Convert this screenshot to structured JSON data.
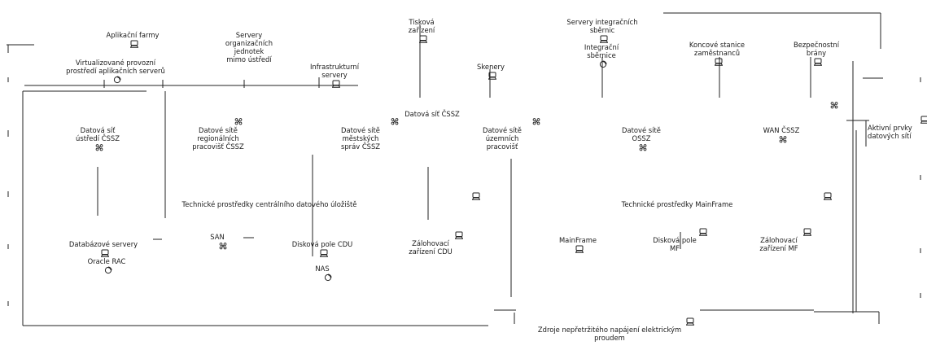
{
  "nodes": {
    "aplikacni_farmy": {
      "label": "Aplikační farmy",
      "icon": "device-icon"
    },
    "virtualizovane": {
      "label": "Virtualizované provozní\nprostředí aplikačních serverů",
      "icon": "service-icon"
    },
    "servery_org": {
      "label": "Servery\norganizačních\njednotek\nmimo ústředí",
      "icon": ""
    },
    "infrastrukturni": {
      "label": "Infrastrukturní\nservery",
      "icon": "device-icon"
    },
    "tiskova": {
      "label": "Tisková\nzařízení",
      "icon": "device-icon"
    },
    "skenery": {
      "label": "Skenery",
      "icon": "device-icon"
    },
    "servery_integracnich": {
      "label": "Servery integračních\nsběrnic",
      "icon": "device-icon"
    },
    "integracni_sbernice": {
      "label": "Integrační\nsběrnice",
      "icon": "service-icon"
    },
    "koncove_stanice": {
      "label": "Koncové stanice\nzaměstnanců",
      "icon": "device-icon"
    },
    "bezpecnostni_brany": {
      "label": "Bezpečnostní\nbrány",
      "icon": "device-icon"
    },
    "datova_sit_cssz": {
      "label": "Datová síť ČSSZ",
      "icon": ""
    },
    "datova_sit_ustredi": {
      "label": "Datová síť\nústředí ČSSZ",
      "icon": "network-icon"
    },
    "datove_site_regionalnich": {
      "label": "Datové sítě\nregionálních\npracovišť ČSSZ",
      "icon": "network-icon"
    },
    "datove_site_mestskych": {
      "label": "Datové sítě\nměstských\nspráv ČSSZ",
      "icon": "network-icon"
    },
    "datove_site_uzemnich": {
      "label": "Datové sítě\núzemních\npracovišť",
      "icon": "network-icon"
    },
    "datove_site_ossz": {
      "label": "Datové sítě\nOSSZ",
      "icon": "network-icon"
    },
    "wan_cssz": {
      "label": "WAN ČSSZ",
      "icon": "network-icon"
    },
    "aktivni_prvky": {
      "label": "Aktivní prvky\ndatových sítí",
      "icon": "device-icon"
    },
    "technicke_cdu": {
      "label": "Technické prostředky centrálního datového úložiště",
      "icon": ""
    },
    "technicke_mf": {
      "label": "Technické prostředky MainFrame",
      "icon": ""
    },
    "databazove_servery": {
      "label": "Databázové servery",
      "icon": "device-icon"
    },
    "oracle_rac": {
      "label": "Oracle RAC",
      "icon": "service-icon"
    },
    "san": {
      "label": "SAN",
      "icon": "network-icon"
    },
    "diskova_pole_cdu": {
      "label": "Disková pole CDU",
      "icon": "device-icon"
    },
    "nas": {
      "label": "NAS",
      "icon": "service-icon"
    },
    "zalohovaci_cdu": {
      "label": "Zálohovací\nzařízení CDU",
      "icon": "device-icon"
    },
    "mainframe": {
      "label": "MainFrame",
      "icon": "device-icon"
    },
    "diskova_pole_mf": {
      "label": "Disková pole\nMF",
      "icon": "device-icon"
    },
    "zalohovaci_mf": {
      "label": "Zálohovací\nzařízení MF",
      "icon": "device-icon"
    },
    "zdroje": {
      "label": "Zdroje nepřetržitého napájení elektrickým\nproudem",
      "icon": "device-icon"
    }
  }
}
